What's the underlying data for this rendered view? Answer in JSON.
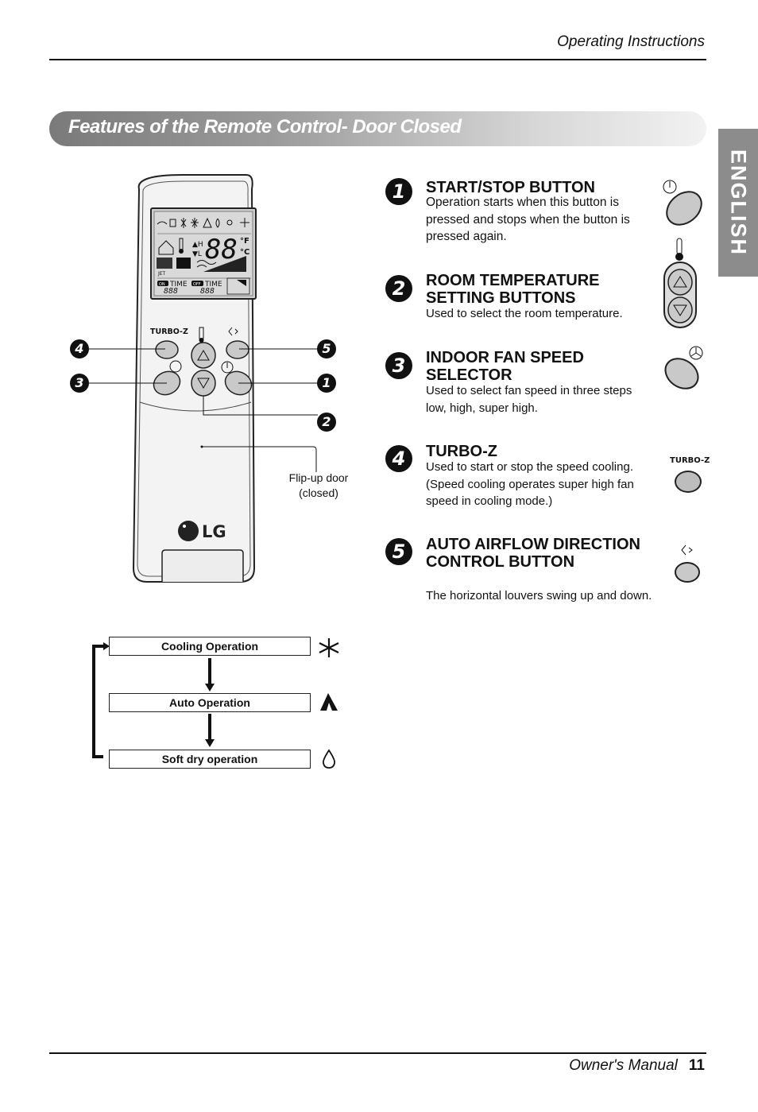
{
  "header": {
    "title": "Operating Instructions"
  },
  "section": {
    "title": "Features of the Remote Control- Door Closed"
  },
  "language_tab": "ENGLISH",
  "features": [
    {
      "num": "1",
      "title": "START/STOP BUTTON",
      "desc": "Operation starts when this button is pressed and stops when the button is pressed again.",
      "icon": "power-icon"
    },
    {
      "num": "2",
      "title": "ROOM TEMPERATURE SETTING BUTTONS",
      "desc": "Used to select the room temperature.",
      "icon": "thermometer-icon"
    },
    {
      "num": "3",
      "title": "INDOOR FAN SPEED SELECTOR",
      "desc": "Used to select fan speed in three steps low, high, super high.",
      "icon": "fan-icon"
    },
    {
      "num": "4",
      "title": "TURBO-Z",
      "desc": "Used to start or stop the speed cooling. (Speed cooling operates super high fan speed in cooling mode.)",
      "icon_label": "TURBO-Z"
    },
    {
      "num": "5",
      "title": "AUTO AIRFLOW DIRECTION CONTROL BUTTON",
      "desc": "The horizontal louvers swing up and down.",
      "icon": "swing-icon"
    }
  ],
  "remote": {
    "turbo_label": "TURBO-Z",
    "display_digits": "88",
    "on_label": "ON",
    "off_label": "OFF",
    "time_label": "TIME",
    "time_digits": "888",
    "jet_label": "JET",
    "flip_door_label": "Flip-up door\n(closed)",
    "brand": "LG"
  },
  "callouts": [
    "4",
    "3",
    "5",
    "1",
    "2"
  ],
  "flow": [
    {
      "label": "Cooling Operation",
      "icon": "snowflake-icon"
    },
    {
      "label": "Auto Operation",
      "icon": "auto-mode-icon"
    },
    {
      "label": "Soft dry operation",
      "icon": "water-drop-icon"
    }
  ],
  "footer": {
    "text": "Owner's Manual",
    "page": "11"
  }
}
